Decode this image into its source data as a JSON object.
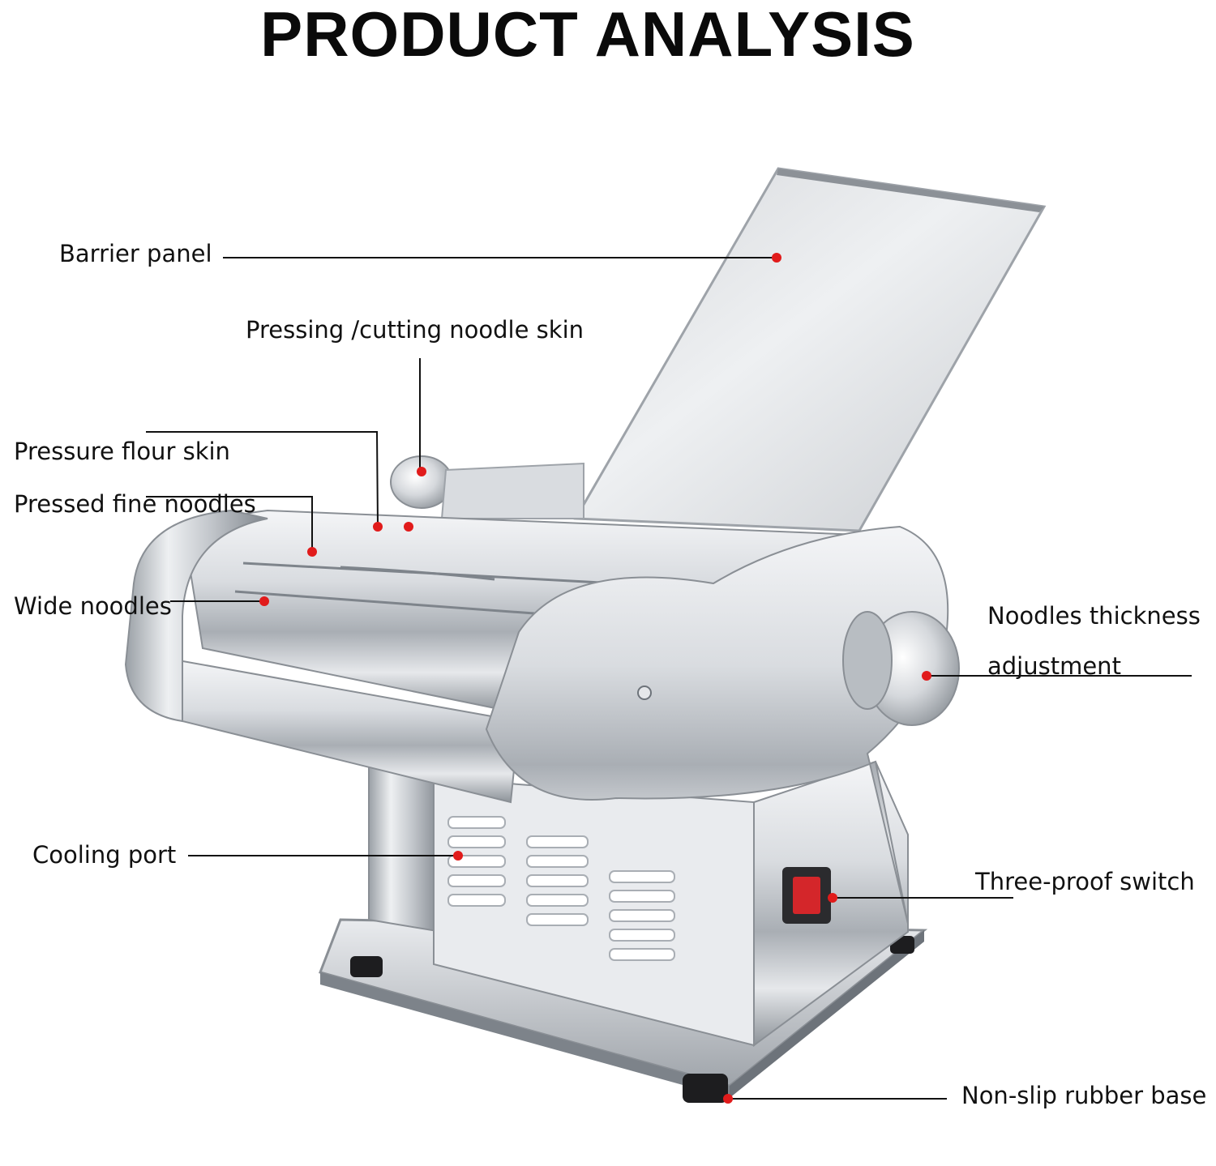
{
  "title": "PRODUCT ANALYSIS",
  "colors": {
    "marker": "#e11b1b",
    "leader_line": "#111111",
    "metal_light": "#f2f3f5",
    "metal_mid": "#c4c8cd",
    "metal_dark": "#7e848b",
    "rubber_feet": "#1d1d1f",
    "switch_red": "#d4262a"
  },
  "callouts": [
    {
      "id": "barrier-panel",
      "label": "Barrier panel"
    },
    {
      "id": "pressing-cutting-noodle-skin",
      "label": "Pressing /cutting noodle skin"
    },
    {
      "id": "pressure-flour-skin",
      "label": "Pressure flour skin"
    },
    {
      "id": "pressed-fine-noodles",
      "label": "Pressed fine noodles"
    },
    {
      "id": "wide-noodles",
      "label": "Wide noodles"
    },
    {
      "id": "noodles-thickness-adjustment",
      "label": "Noodles thickness adjustment"
    },
    {
      "id": "cooling-port",
      "label": "Cooling port"
    },
    {
      "id": "three-proof-switch",
      "label": "Three-proof switch"
    },
    {
      "id": "non-slip-rubber-base",
      "label": "Non-slip rubber base"
    }
  ]
}
